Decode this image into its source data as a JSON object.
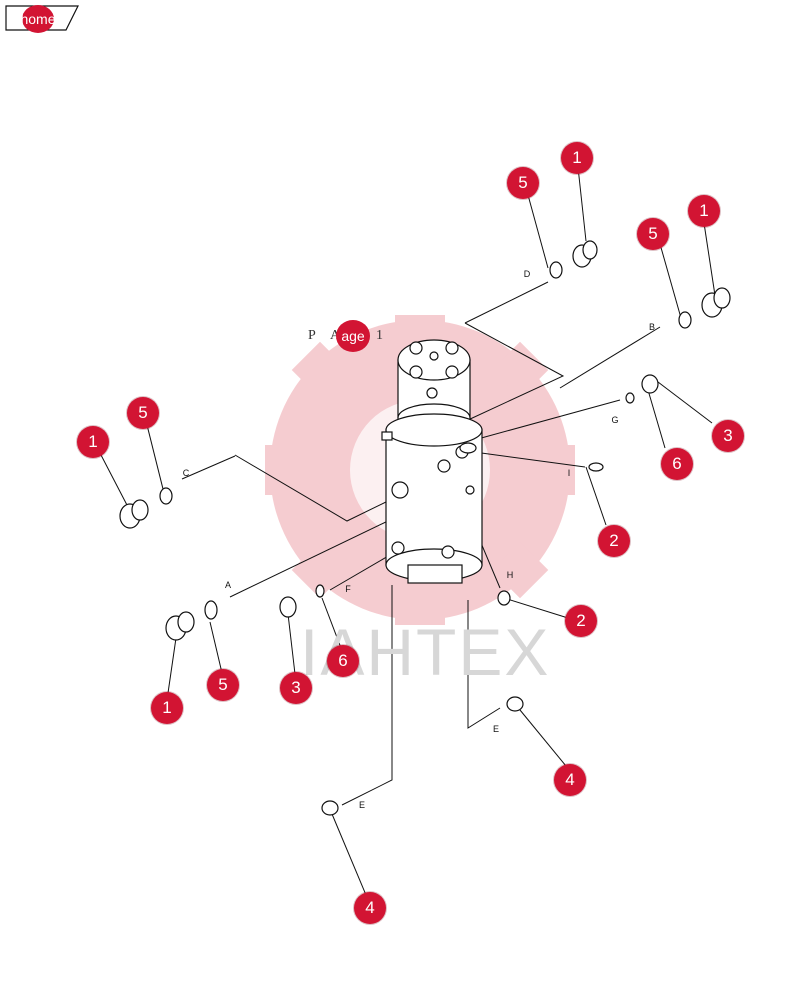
{
  "nav": {
    "home_label": "home"
  },
  "page": {
    "prefix": "P A",
    "badge": "age",
    "suffix": "1"
  },
  "watermark": {
    "text": "IAHTEX",
    "color": "#f3c4c8"
  },
  "colors": {
    "badge": "#d21433",
    "line": "#111111"
  },
  "callouts": [
    {
      "id": "1",
      "label": "1"
    },
    {
      "id": "5",
      "label": "5"
    },
    {
      "id": "1",
      "label": "1"
    },
    {
      "id": "5",
      "label": "5"
    },
    {
      "id": "1",
      "label": "1"
    },
    {
      "id": "5",
      "label": "5"
    },
    {
      "id": "3",
      "label": "3"
    },
    {
      "id": "6",
      "label": "6"
    },
    {
      "id": "2",
      "label": "2"
    },
    {
      "id": "2",
      "label": "2"
    },
    {
      "id": "1",
      "label": "1"
    },
    {
      "id": "5",
      "label": "5"
    },
    {
      "id": "3",
      "label": "3"
    },
    {
      "id": "6",
      "label": "6"
    },
    {
      "id": "4",
      "label": "4"
    },
    {
      "id": "4",
      "label": "4"
    }
  ],
  "port_labels": [
    "A",
    "B",
    "C",
    "D",
    "E",
    "E",
    "F",
    "G",
    "H",
    "I"
  ]
}
